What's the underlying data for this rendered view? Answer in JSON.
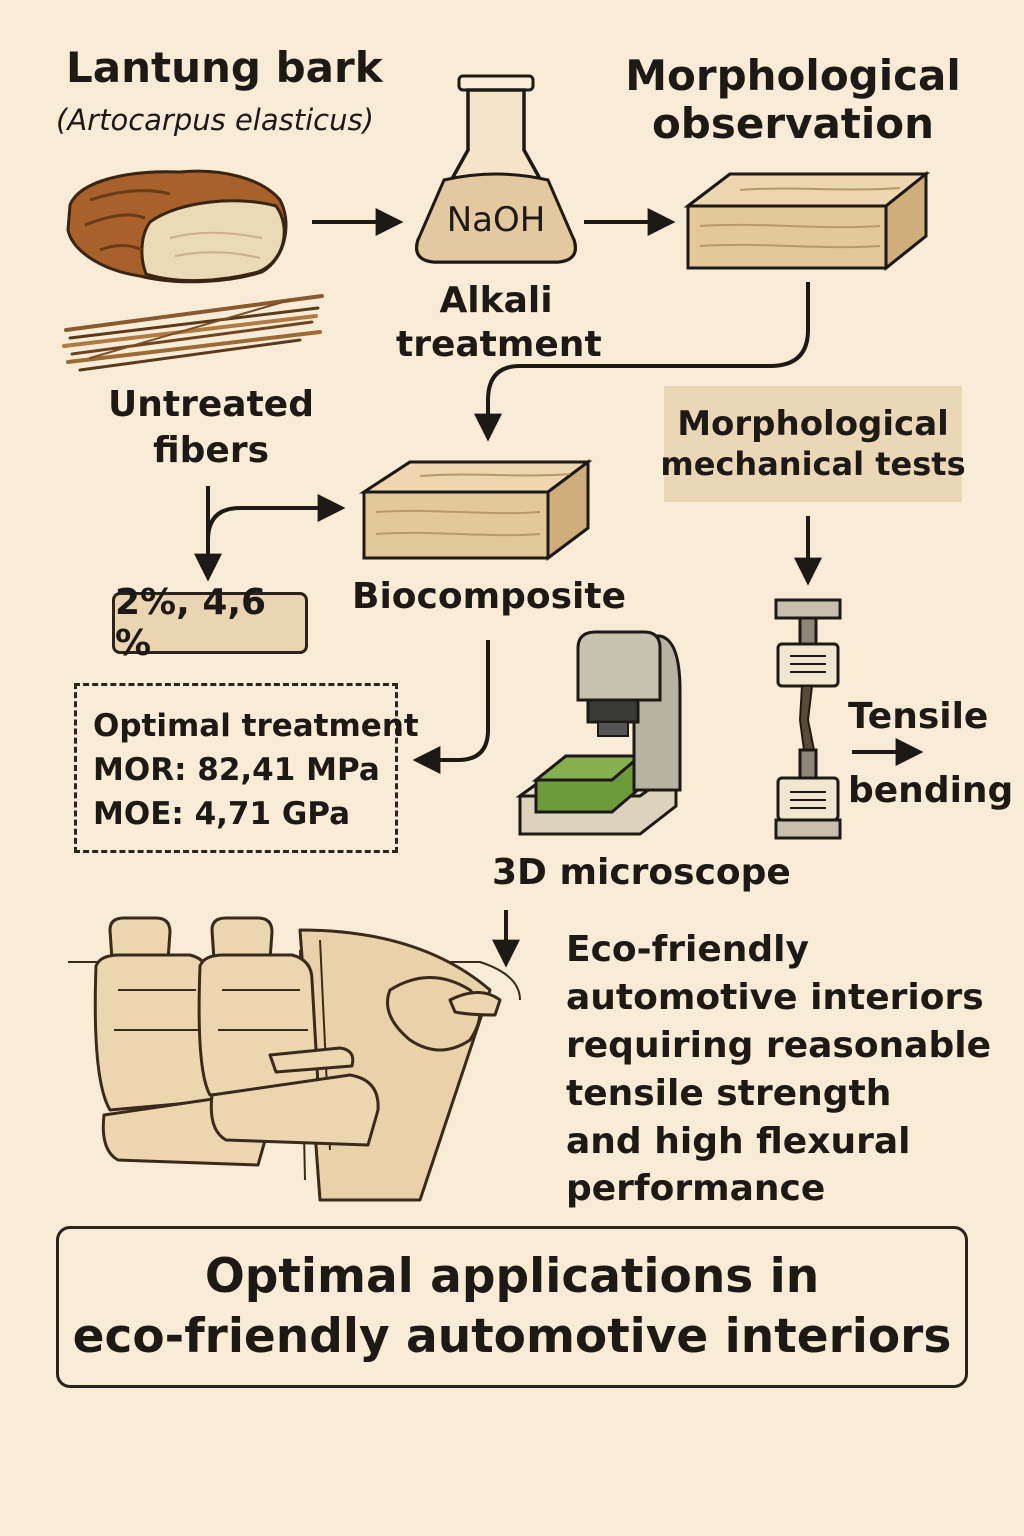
{
  "title": {
    "main": "Lantung bark",
    "species": "(Artocarpus elasticus)"
  },
  "flask": {
    "label": "NaOH",
    "caption_line1": "Alkali",
    "caption_line2": "treatment"
  },
  "morph_obs": {
    "line1": "Morphological",
    "line2": "observation"
  },
  "untreated": {
    "line1": "Untreated",
    "line2": "fibers"
  },
  "mech_tests": {
    "line1": "Morphological",
    "line2": "mechanical tests"
  },
  "concentrations": "2%, 4,6 %",
  "biocomposite": "Biocomposite",
  "optimal": {
    "heading": "Optimal treatment",
    "mor": "MOR: 82,41 MPa",
    "moe": "MOE: 4,71 GPa"
  },
  "tests": {
    "tensile": "Tensile",
    "bending": "bending"
  },
  "microscope": "3D microscope",
  "eco": [
    "Eco-friendly",
    "automotive interiors",
    "requiring reasonable",
    "tensile strength",
    "and high flexural",
    "performance"
  ],
  "final": {
    "line1": "Optimal applications in",
    "line2": "eco-friendly automotive interiors"
  },
  "colors": {
    "background": "#f9ecd6",
    "wood": "#e3c899",
    "bark": "#a8612a",
    "specimen": "#6e9a3c",
    "ink": "#1d1a16"
  },
  "icons": [
    "bark-piece-icon",
    "fiber-bundle-icon",
    "flask-icon",
    "wood-block-icon",
    "microscope-icon",
    "tensile-tester-icon",
    "car-interior-icon"
  ]
}
